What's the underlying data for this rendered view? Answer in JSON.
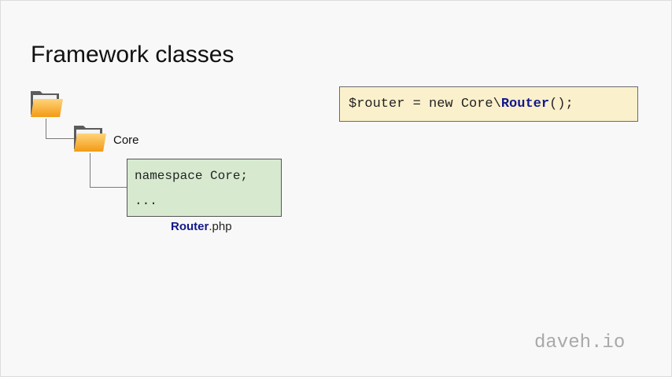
{
  "slide": {
    "title": "Framework classes",
    "tree": {
      "root_folder_icon": "folder-icon",
      "sub_folder_icon": "folder-icon",
      "sub_folder_label": "Core"
    },
    "file": {
      "code_lines": [
        "namespace Core;",
        "..."
      ],
      "name_highlight": "Router",
      "name_suffix": ".php"
    },
    "usage_code": {
      "prefix": "$router = new Core\\",
      "highlight": "Router",
      "suffix": "();"
    },
    "brand": "daveh.io"
  },
  "colors": {
    "background": "#f8f8f8",
    "file_box": "#d7ead0",
    "code_box": "#fbf0cc",
    "highlight": "#12188c",
    "brand": "#a9a9a9"
  }
}
